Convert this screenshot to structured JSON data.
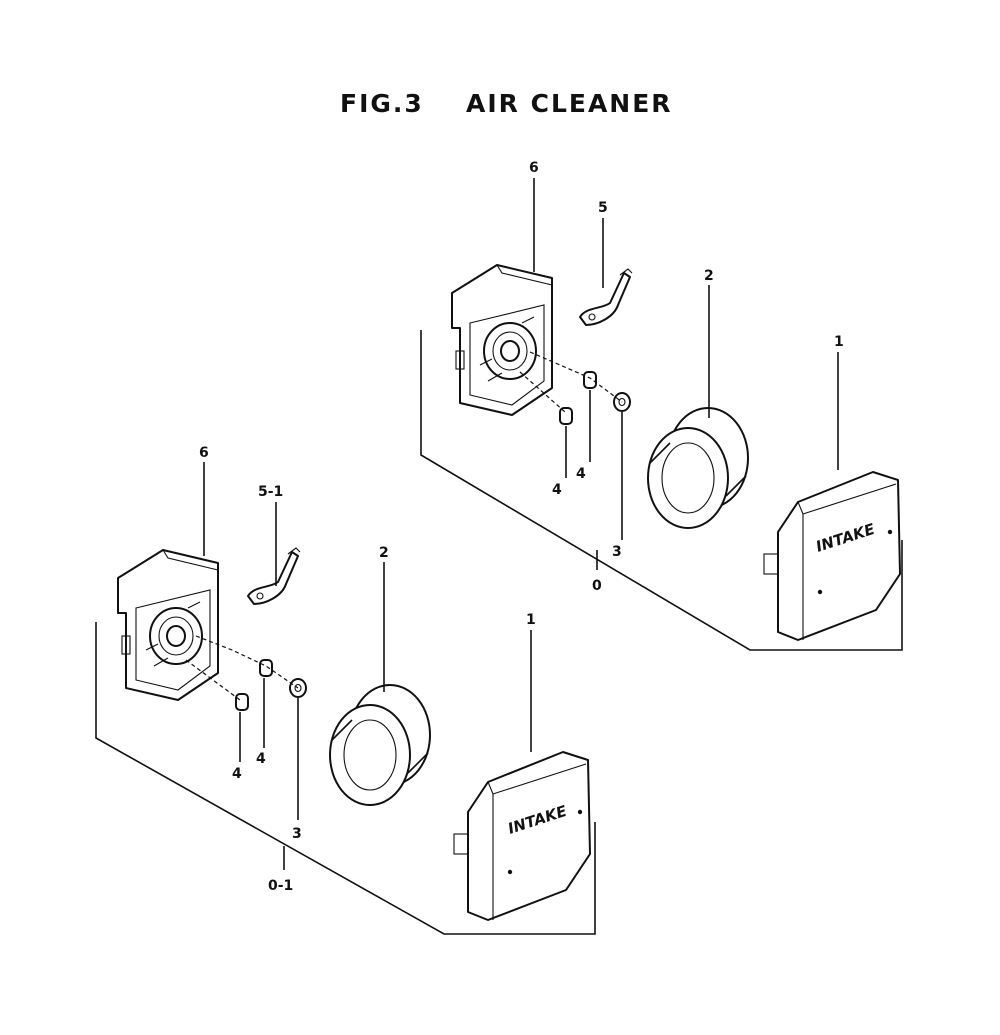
{
  "figure": {
    "number": "FIG.3",
    "name": "AIR CLEANER"
  },
  "assembly_upper": {
    "callouts": {
      "case": "6",
      "lever": "5",
      "element": "2",
      "cover": "1",
      "collar_a": "4",
      "collar_b": "4",
      "washer": "3",
      "assembly": "0"
    },
    "cover_text": "INTAKE"
  },
  "assembly_lower": {
    "callouts": {
      "case": "6",
      "lever": "5-1",
      "element": "2",
      "cover": "1",
      "collar_a": "4",
      "collar_b": "4",
      "washer": "3",
      "assembly": "0-1"
    },
    "cover_text": "INTAKE"
  }
}
